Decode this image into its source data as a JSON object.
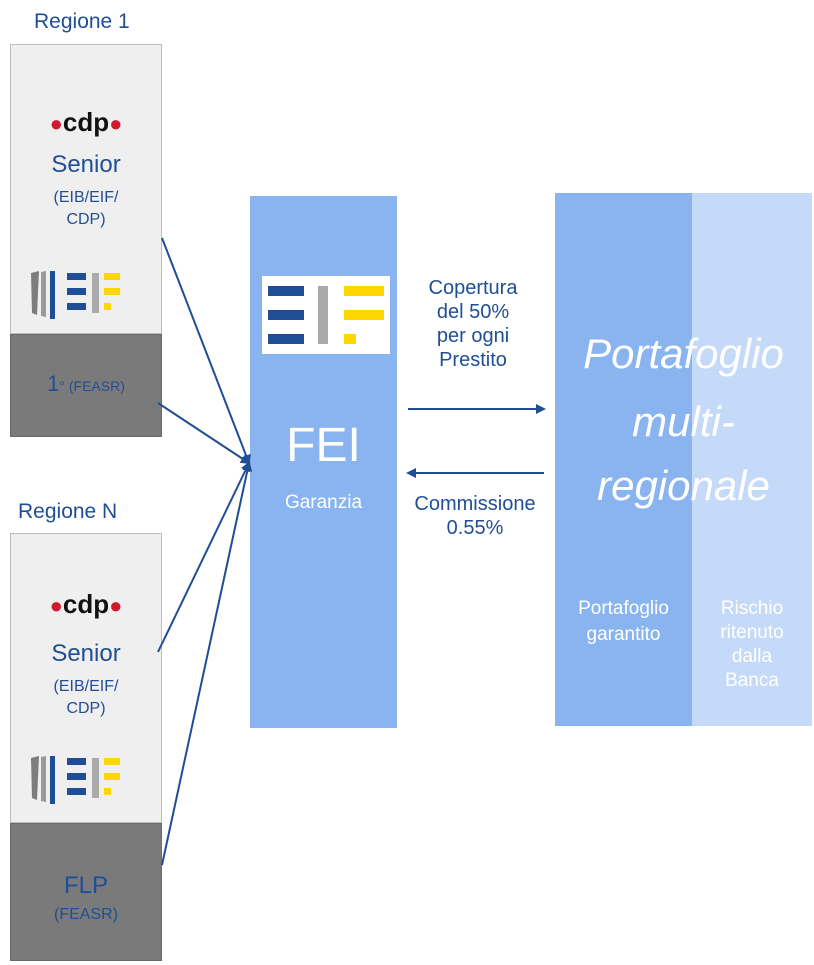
{
  "region1": {
    "label": "Regione 1",
    "cdp_logo": "cdp",
    "senior": "Senior",
    "senior_sub_1": "(EIB/EIF/",
    "senior_sub_2": "CDP)",
    "tranche_main": "1",
    "tranche_sub": "° (FEASR)"
  },
  "regionN": {
    "label": "Regione N",
    "cdp_logo": "cdp",
    "senior": "Senior",
    "senior_sub_1": "(EIB/EIF/",
    "senior_sub_2": "CDP)",
    "tranche_main": "FLP",
    "tranche_sub": "(FEASR)"
  },
  "fei": {
    "title": "FEI",
    "subtitle": "Garanzia"
  },
  "flow_right": {
    "line1": "Copertura",
    "line2": "del 50%",
    "line3": "per ogni",
    "line4": "Prestito"
  },
  "flow_left": {
    "line1": "Commissione",
    "line2": "0.55%"
  },
  "portfolio": {
    "title_line1": "Portafoglio",
    "title_line2": "multi-",
    "title_line3": "regionale",
    "guaranteed_line1": "Portafoglio",
    "guaranteed_line2": "garantito",
    "retained_line1": "Rischio",
    "retained_line2": "ritenuto",
    "retained_line3": "dalla",
    "retained_line4": "Banca"
  },
  "colors": {
    "navy": "#1f4e96",
    "fei_blue": "#8ab4ef",
    "portfolio_light": "#c4daf8",
    "eif_yellow": "#ffd700",
    "eif_grey": "#aaaaaa",
    "cdp_red": "#d1192d",
    "box_light": "#efefef",
    "box_dark": "#7a7a7a"
  }
}
